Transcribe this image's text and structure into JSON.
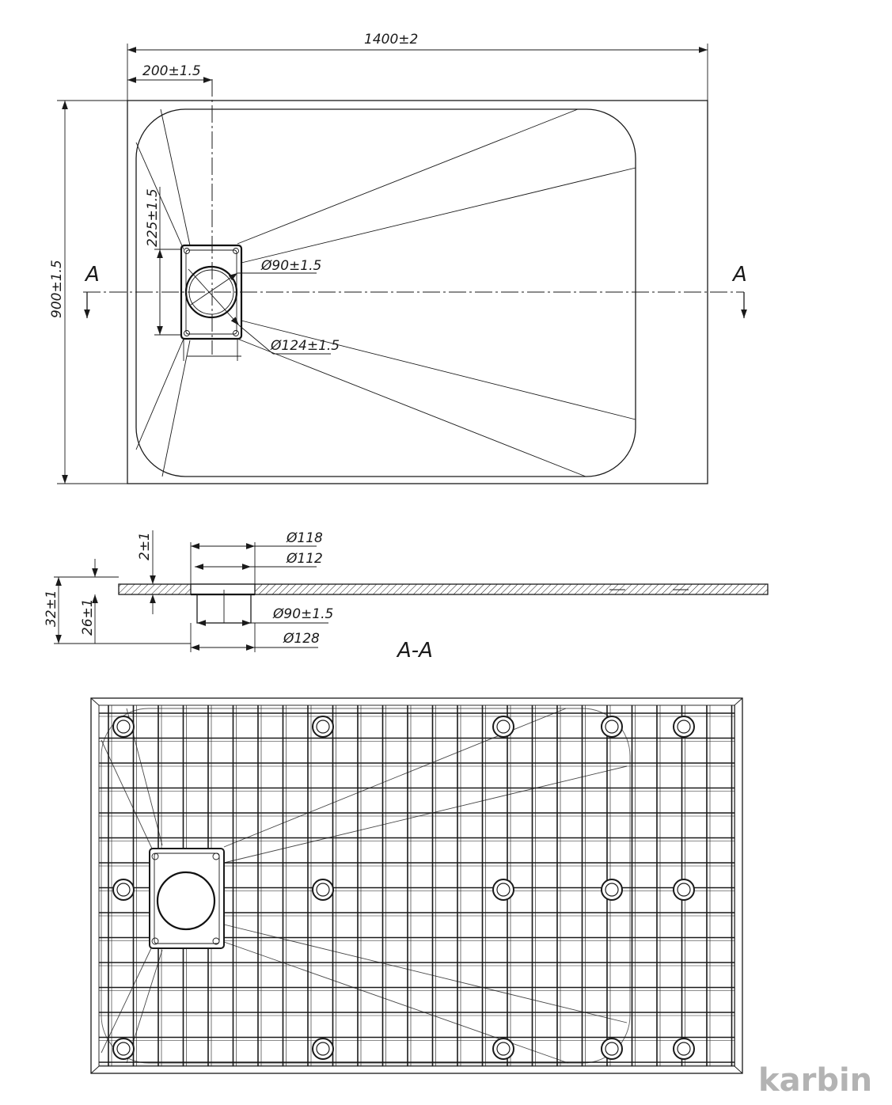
{
  "plan_view": {
    "overall_length": "1400±2",
    "drain_offset_x": "200±1.5",
    "overall_width": "900±1.5",
    "drain_offset_y": "225±1.5",
    "drain_hole_diameter": "Ø90±1.5",
    "drain_plate_diameter": "Ø124±1.5",
    "section_marker": "A"
  },
  "section_view": {
    "title": "A-A",
    "diameter_118": "Ø118",
    "diameter_112": "Ø112",
    "outlet_diameter": "Ø90±1.5",
    "diameter_128": "Ø128",
    "gap": "2±1",
    "total_thickness": "32±1",
    "body_thickness": "26±1"
  },
  "brand": {
    "logo_text": "karbin",
    "color": "#b3b3b3"
  },
  "line_color": "#1a1a1a"
}
